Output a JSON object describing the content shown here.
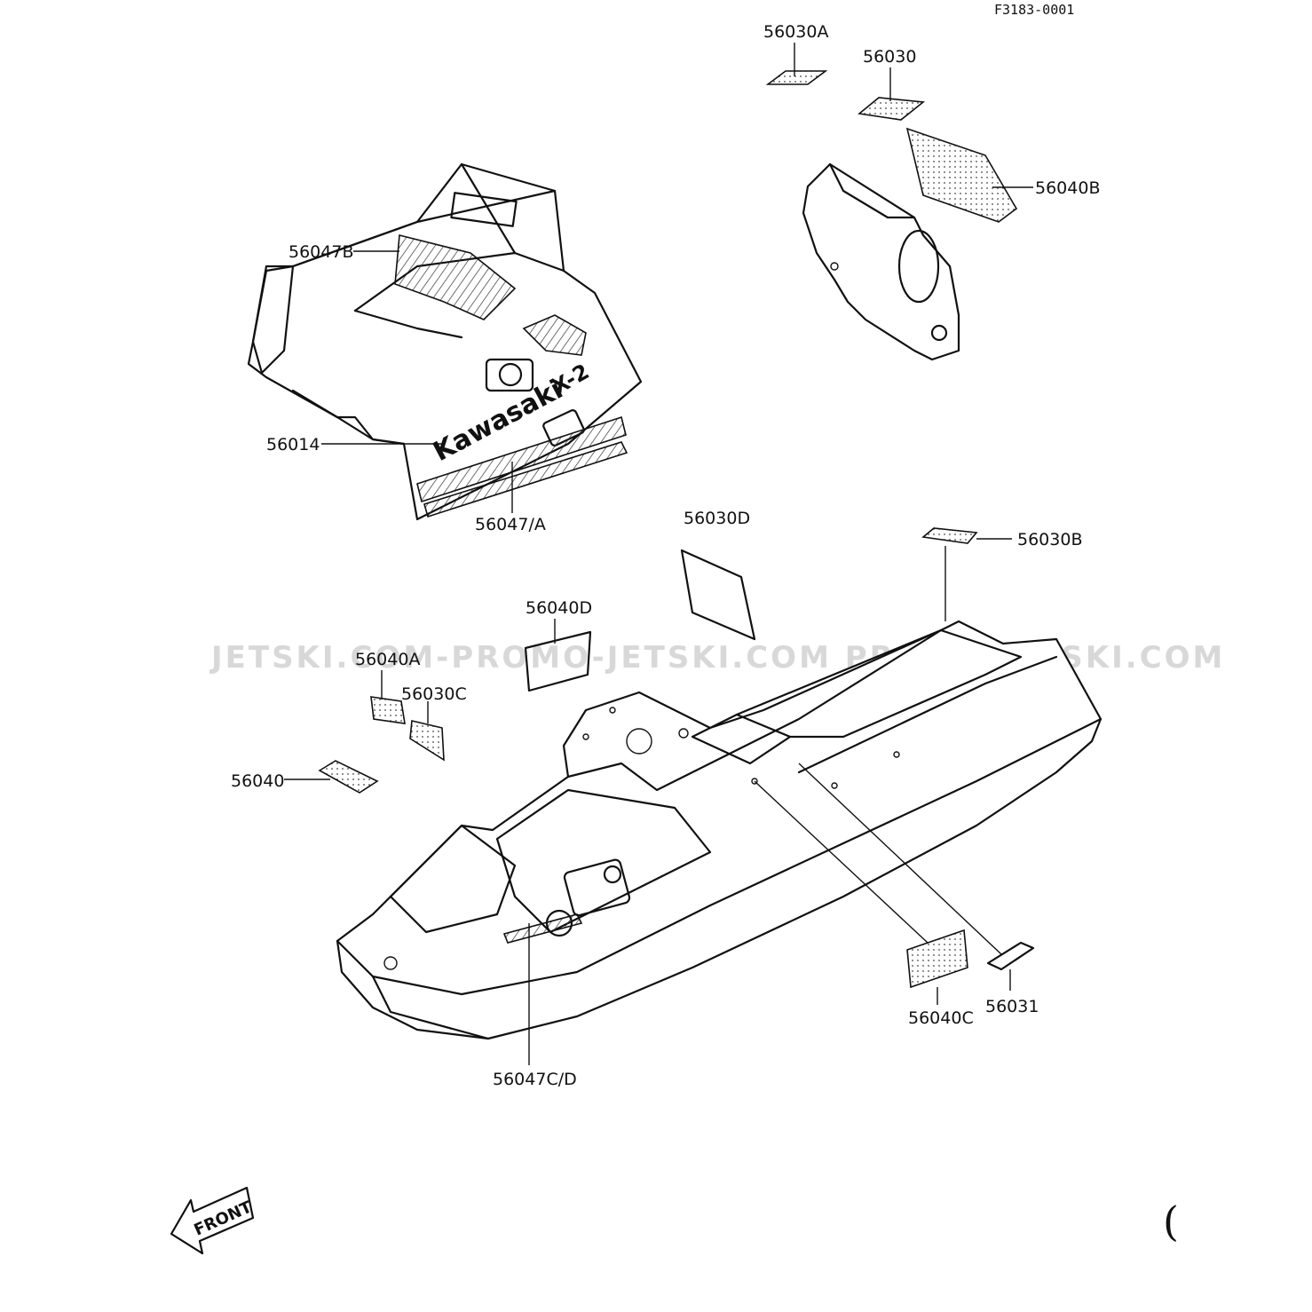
{
  "diagram_code": "F3183-0001",
  "watermark": "JETSKI.COM-PROMO-JETSKI.COM   PROMO-JETSKI.COM",
  "brand_text": "Kawasaki",
  "model_mark": "X-2",
  "front_label": "FRONT",
  "corner_mark": "(",
  "callouts": {
    "c_56030A": "56030A",
    "c_56030": "56030",
    "c_56040B": "56040B",
    "c_56047B": "56047B",
    "c_56014": "56014",
    "c_56047A": "56047/A",
    "c_56030D": "56030D",
    "c_56030B": "56030B",
    "c_56040D": "56040D",
    "c_56040A": "56040A",
    "c_56030C": "56030C",
    "c_56040": "56040",
    "c_56040C": "56040C",
    "c_56031": "56031",
    "c_56047CD": "56047C/D"
  }
}
